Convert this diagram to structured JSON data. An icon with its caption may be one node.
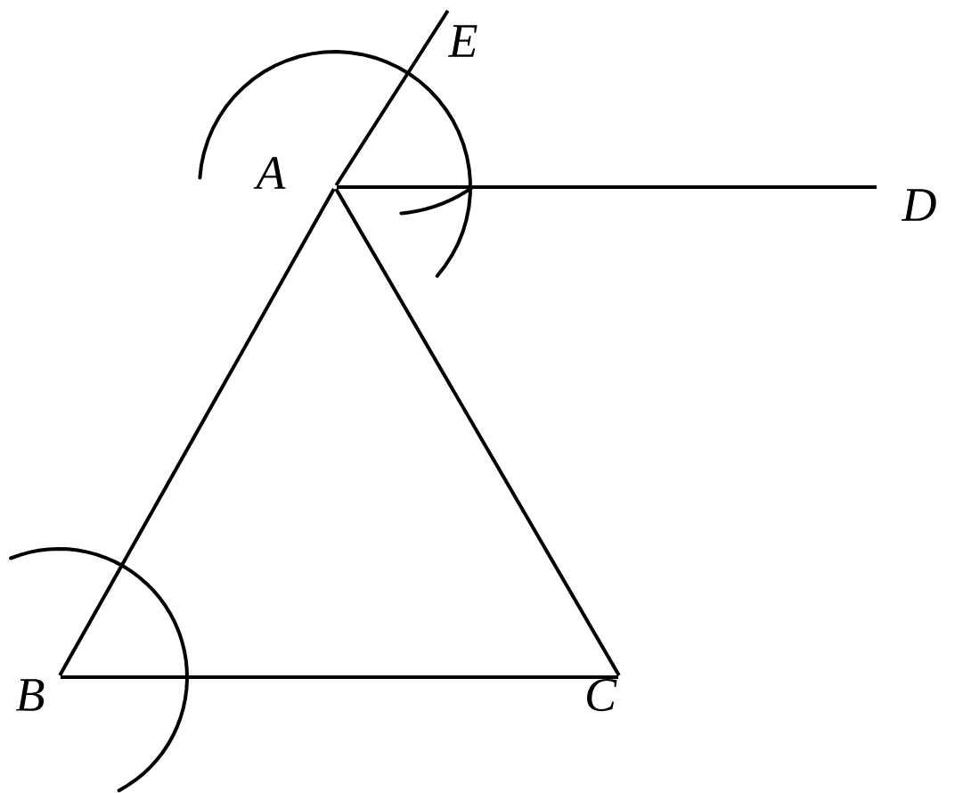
{
  "diagram": {
    "nodes": [
      {
        "text": [
          "A"
        ]
      },
      {
        "text": [
          "B"
        ]
      },
      {
        "text": [
          "C"
        ]
      },
      {
        "text": [
          "D"
        ]
      },
      {
        "text": [
          "E"
        ]
      }
    ],
    "edges": [
      {
        "from": 1,
        "to": 0,
        "arrow": "none"
      },
      {
        "from": 0,
        "to": 4,
        "arrow": "none"
      },
      {
        "from": 0,
        "to": 2,
        "arrow": "none"
      },
      {
        "from": 1,
        "to": 2,
        "arrow": "none"
      },
      {
        "from": 0,
        "to": 3,
        "arrow": "none"
      }
    ]
  }
}
